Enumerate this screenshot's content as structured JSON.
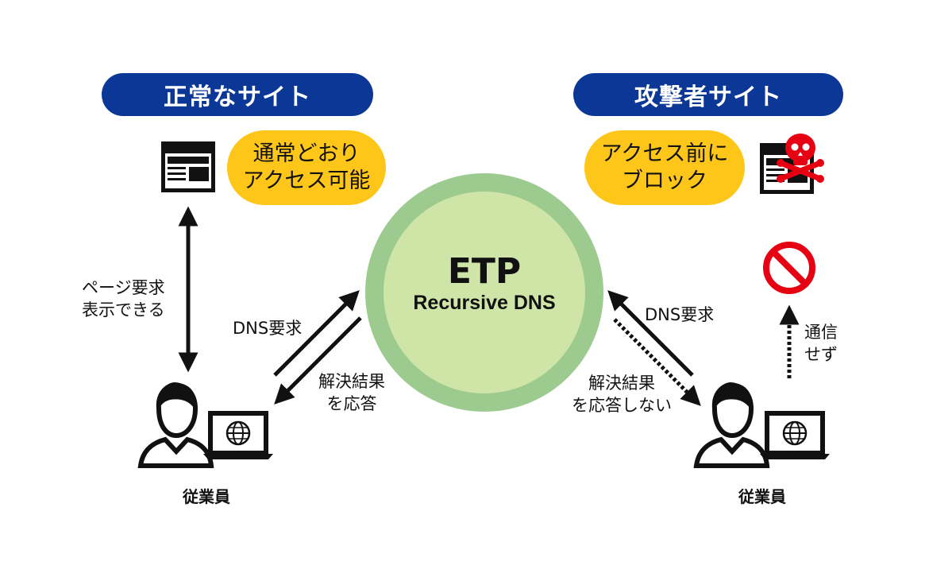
{
  "left": {
    "header": "正常なサイト",
    "status_lines": [
      "通常どおり",
      "アクセス可能"
    ],
    "page_label_lines": [
      "ページ要求",
      "表示できる"
    ],
    "dns_request": "DNS要求",
    "response_lines": [
      "解決結果",
      "を応答"
    ],
    "employee": "従業員"
  },
  "center": {
    "title": "ETP",
    "subtitle": "Recursive DNS"
  },
  "right": {
    "header": "攻撃者サイト",
    "status_lines": [
      "アクセス前に",
      "ブロック"
    ],
    "dns_request": "DNS要求",
    "response_lines": [
      "解決結果",
      "を応答しない"
    ],
    "no_comm_lines": [
      "通信",
      "せず"
    ],
    "employee": "従業員"
  },
  "colors": {
    "header_blue": "#0b3796",
    "status_yellow": "#fec619",
    "circle_outer": "#9dca8e",
    "circle_inner": "#cfe5a8",
    "block_red": "#e60012"
  },
  "icons": [
    "web-page-icon",
    "malicious-page-icon",
    "skull-crossbones-icon",
    "prohibited-icon",
    "person-icon",
    "laptop-globe-icon"
  ]
}
